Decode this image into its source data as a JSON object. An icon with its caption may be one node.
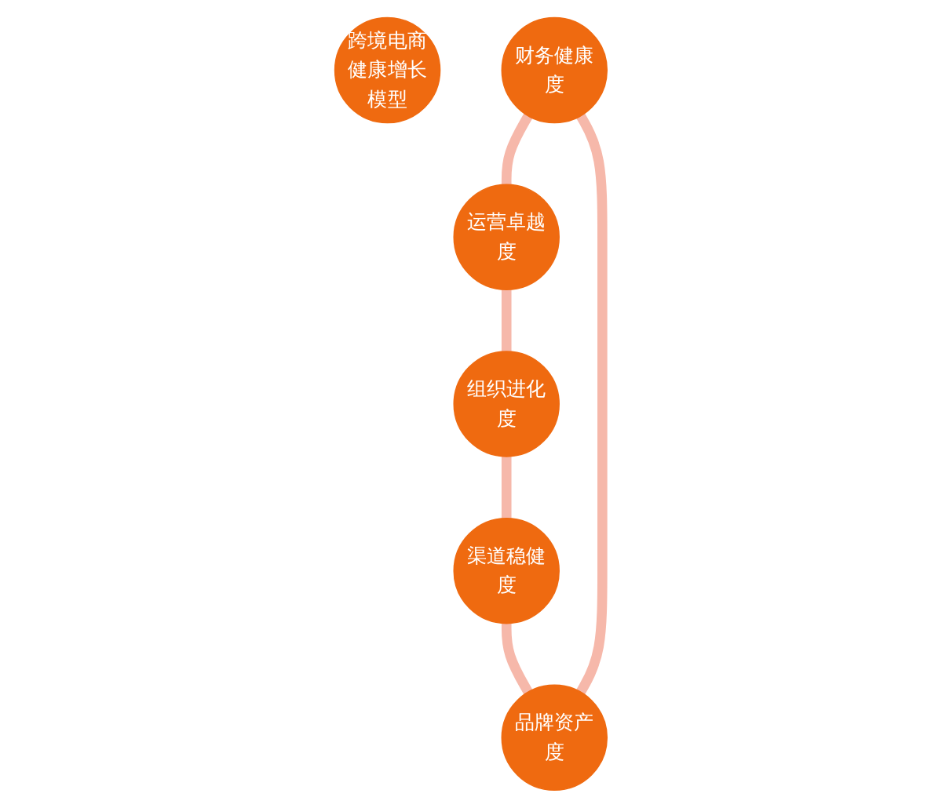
{
  "diagram": {
    "nodes": [
      {
        "text": [
          "跨境电商健康增长模型"
        ]
      },
      {
        "text": [
          "财务健康度"
        ]
      },
      {
        "text": [
          "运营卓越度"
        ]
      },
      {
        "text": [
          "组织进化度"
        ]
      },
      {
        "text": [
          "渠道稳健度"
        ]
      },
      {
        "text": [
          "品牌资产度"
        ]
      }
    ],
    "edges": [
      {
        "from": 1,
        "to": 2,
        "arrow": "none"
      },
      {
        "from": 2,
        "to": 3,
        "arrow": "none"
      },
      {
        "from": 3,
        "to": 4,
        "arrow": "none"
      },
      {
        "from": 4,
        "to": 5,
        "arrow": "none"
      },
      {
        "from": 5,
        "to": 1,
        "arrow": "none"
      }
    ]
  }
}
